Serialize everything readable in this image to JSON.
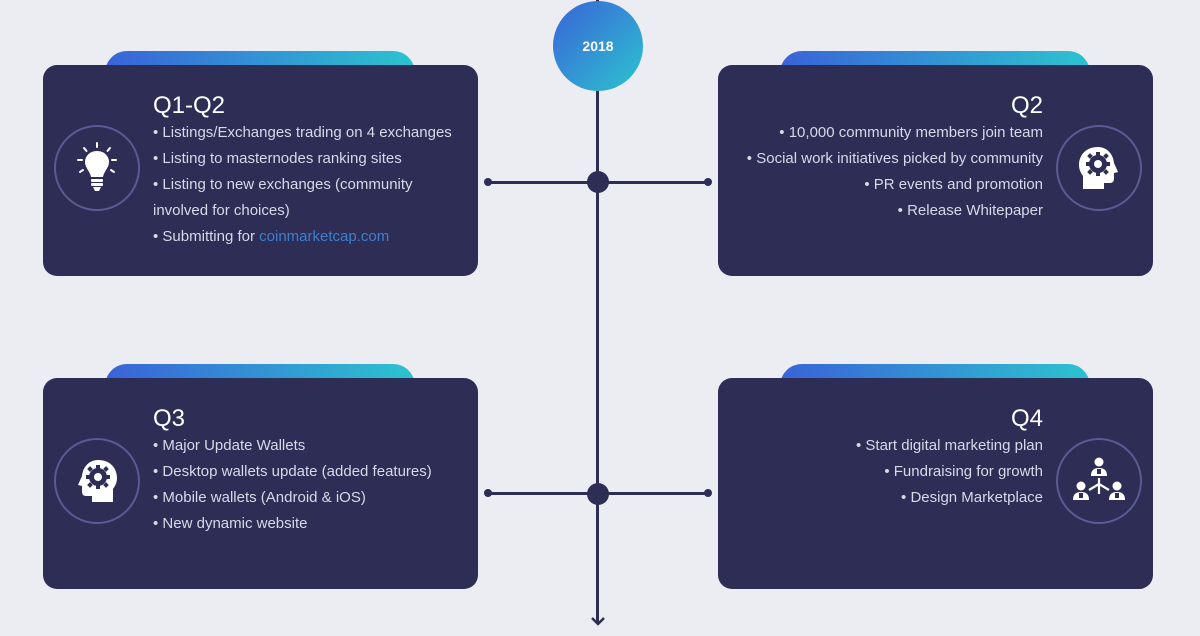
{
  "timeline": {
    "year": "2018"
  },
  "cards": [
    {
      "title": "Q1-Q2",
      "icon": "lightbulb-icon",
      "items": [
        "Listings/Exchanges trading on 4 exchanges",
        "Listing to masternodes ranking sites",
        "Listing to new exchanges (community involved for choices)"
      ],
      "last_item_prefix": "Submitting for ",
      "last_item_link": "coinmarketcap.com"
    },
    {
      "title": "Q2",
      "icon": "head-gear-icon",
      "items": [
        "10,000 community members join team",
        "Social work initiatives picked by community",
        "PR events and promotion",
        "Release Whitepaper"
      ]
    },
    {
      "title": "Q3",
      "icon": "head-gear-icon",
      "items": [
        "Major Update Wallets",
        "Desktop wallets update (added features)",
        "Mobile wallets (Android & iOS)",
        "New dynamic website"
      ]
    },
    {
      "title": "Q4",
      "icon": "team-hierarchy-icon",
      "items": [
        "Start digital marketing plan",
        "Fundraising for growth",
        "Design Marketplace"
      ]
    }
  ],
  "colors": {
    "card": "#2d2d55",
    "gradient_start": "#3a63d8",
    "gradient_end": "#2cc3cf",
    "link": "#3d7fd0"
  }
}
